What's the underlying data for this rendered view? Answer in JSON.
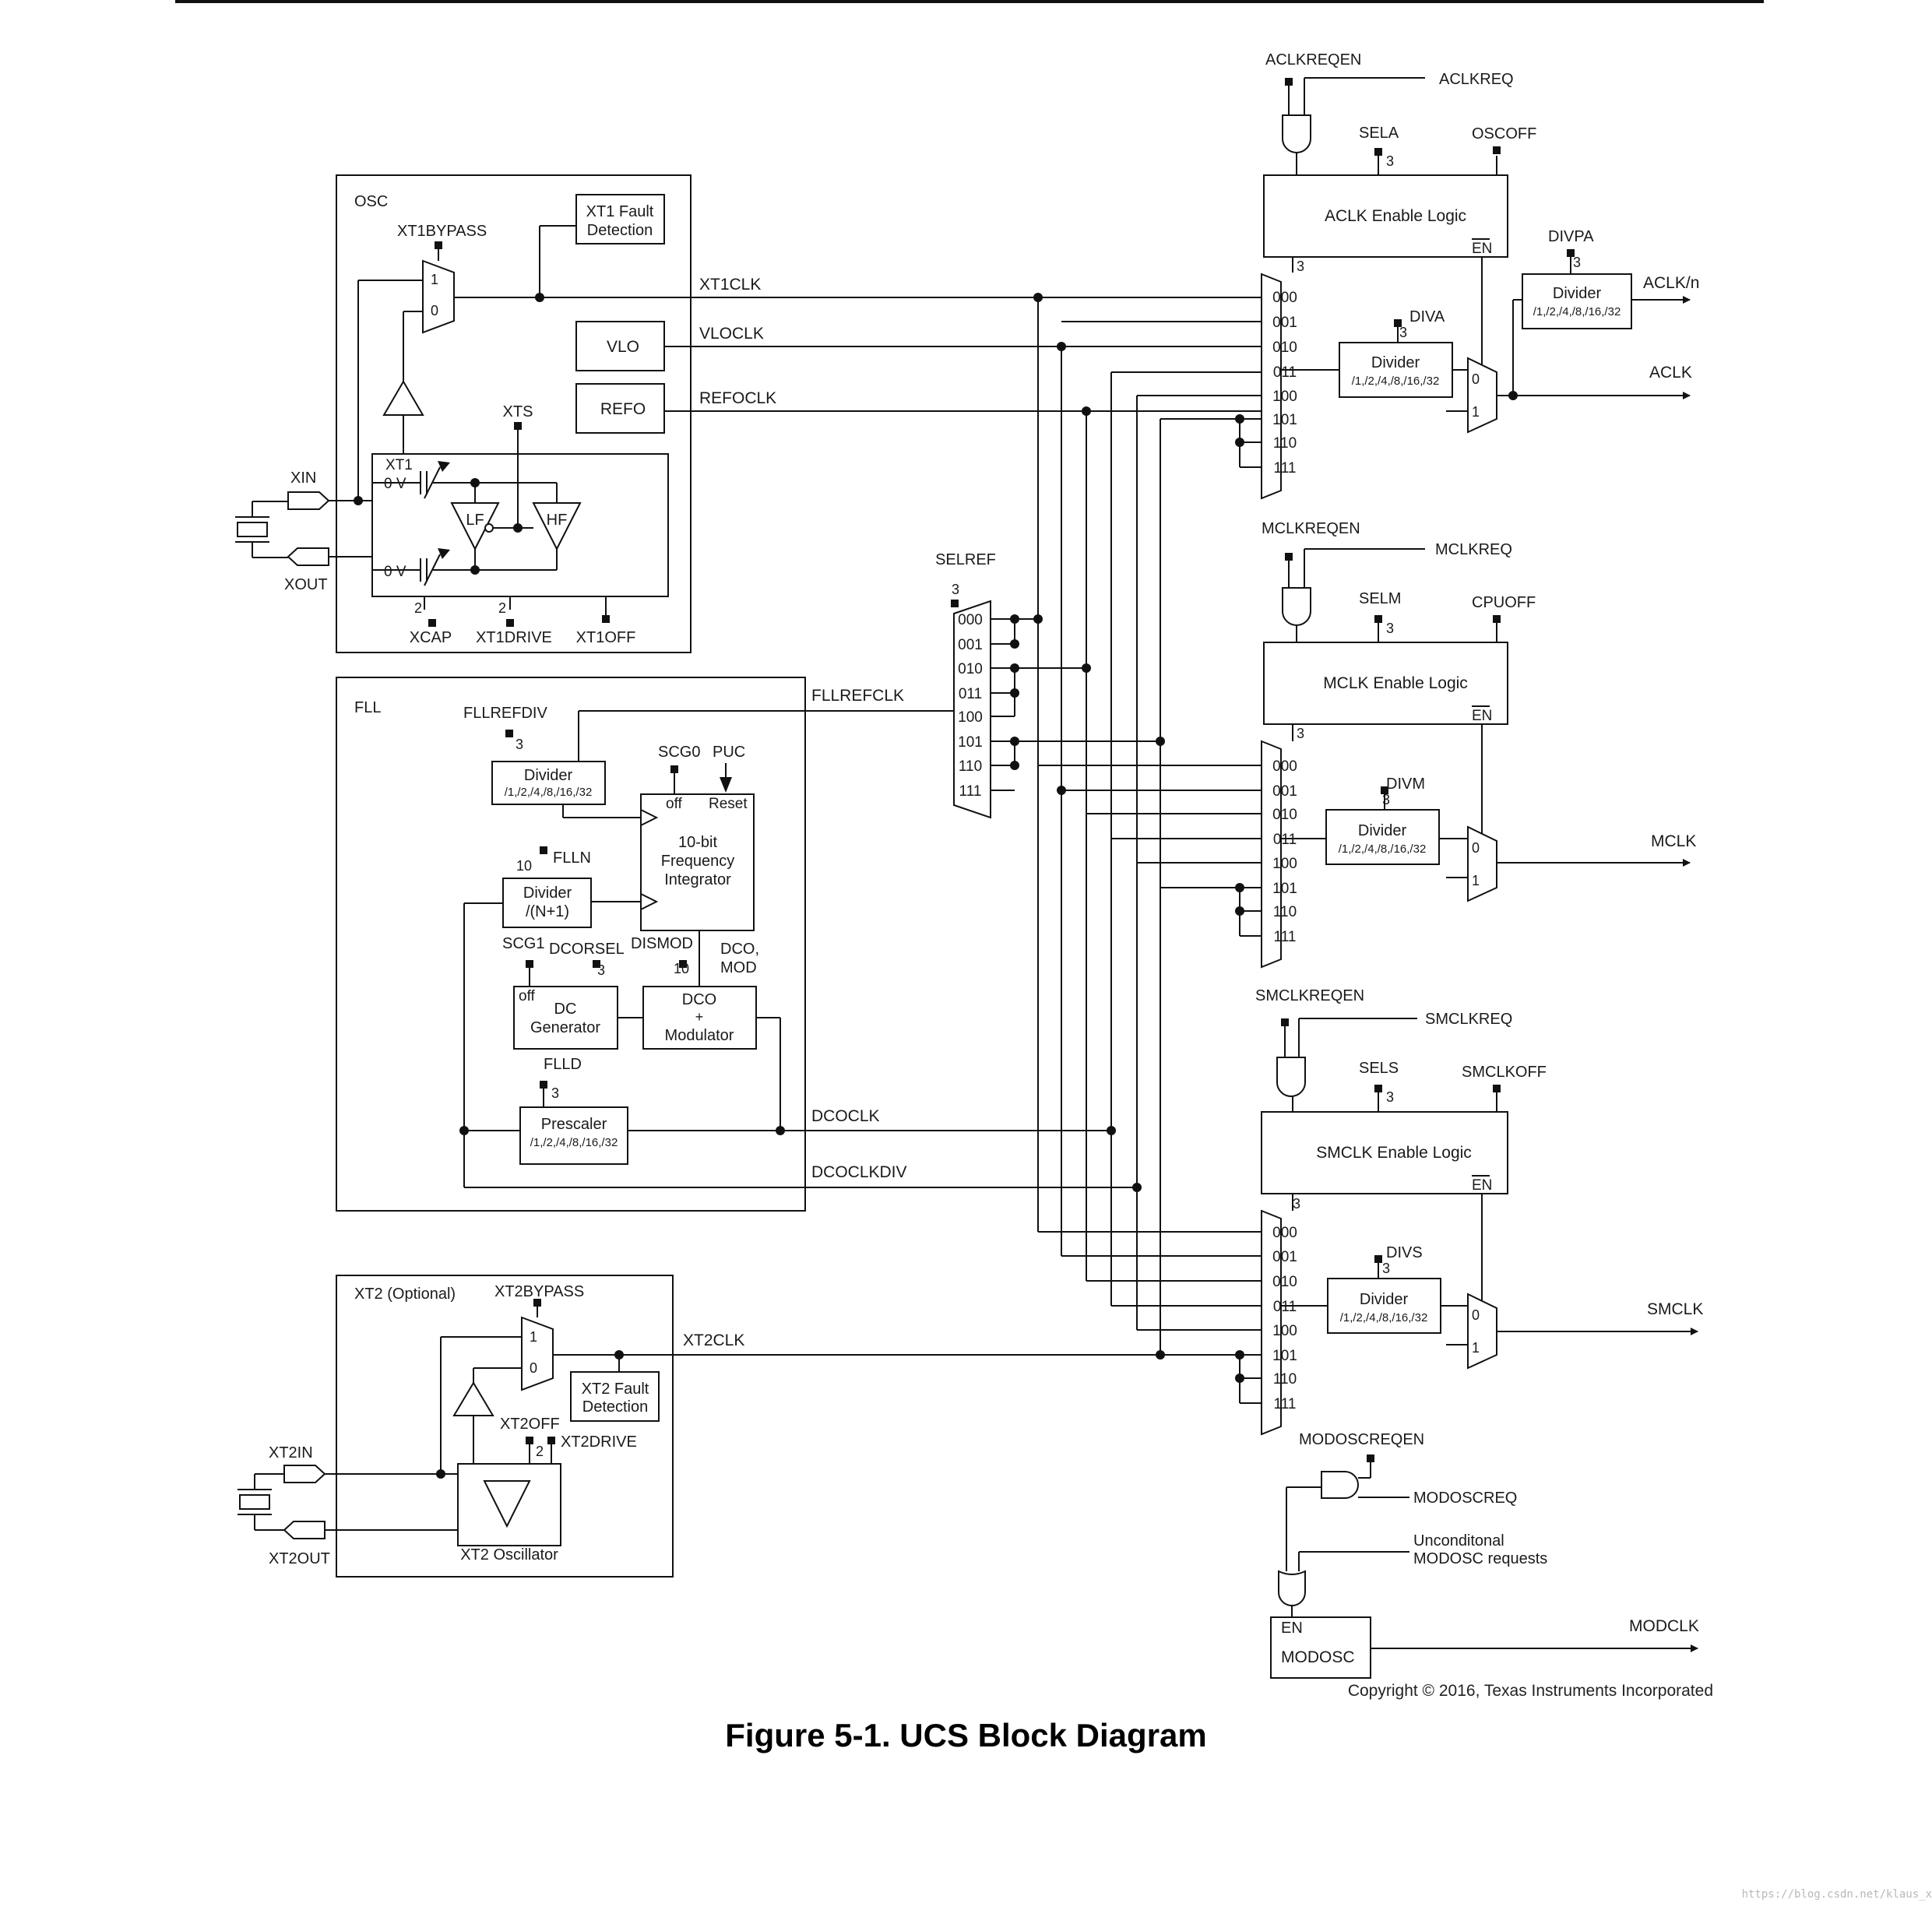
{
  "osc": {
    "title": "OSC",
    "xt1bypass": "XT1BYPASS",
    "fault": [
      "XT1 Fault",
      "Detection"
    ],
    "vlo": "VLO",
    "refo": "REFO",
    "xts": "XTS",
    "xt1": "XT1",
    "zero_v": "0 V",
    "lf": "LF",
    "hf": "HF",
    "xin": "XIN",
    "xout": "XOUT",
    "xcap": "XCAP",
    "xt1drive": "XT1DRIVE",
    "xt1off": "XT1OFF"
  },
  "fll": {
    "title": "FLL",
    "fllrefdiv": "FLLREFDIV",
    "divider": "Divider",
    "div_ratios": "/1,/2,/4,/8,/16,/32",
    "scg0": "SCG0",
    "puc": "PUC",
    "off": "off",
    "reset": "Reset",
    "integrator": [
      "10-bit",
      "Frequency",
      "Integrator"
    ],
    "flln": "FLLN",
    "divider_n": [
      "Divider",
      "/(N+1)"
    ],
    "scg1": "SCG1",
    "dcorsel": "DCORSEL",
    "dismod": "DISMOD",
    "dcomod": [
      "DCO,",
      "MOD"
    ],
    "dc_gen": [
      "DC",
      "Generator"
    ],
    "dco_mod": [
      "DCO",
      "+",
      "Modulator"
    ],
    "flld": "FLLD",
    "prescaler": "Prescaler"
  },
  "xt2": {
    "title": "XT2 (Optional)",
    "xt2bypass": "XT2BYPASS",
    "fault": [
      "XT2 Fault",
      "Detection"
    ],
    "xt2off": "XT2OFF",
    "xt2drive": "XT2DRIVE",
    "xt2in": "XT2IN",
    "xt2out": "XT2OUT",
    "osc": "XT2 Oscillator"
  },
  "signals": {
    "xt1clk": "XT1CLK",
    "vloclk": "VLOCLK",
    "refoclk": "REFOCLK",
    "fllrefclk": "FLLREFCLK",
    "dcoclk": "DCOCLK",
    "dcoclkdiv": "DCOCLKDIV",
    "xt2clk": "XT2CLK"
  },
  "selref": {
    "label": "SELREF"
  },
  "mux_codes": [
    "000",
    "001",
    "010",
    "011",
    "100",
    "101",
    "110",
    "111"
  ],
  "aclk": {
    "reqen": "ACLKREQEN",
    "req": "ACLKREQ",
    "sel": "SELA",
    "off": "OSCOFF",
    "logic": "ACLK Enable Logic",
    "en": "EN",
    "div": "DIVA",
    "divp": "DIVPA",
    "out_n": "ACLK/n",
    "out": "ACLK"
  },
  "mclk": {
    "reqen": "MCLKREQEN",
    "req": "MCLKREQ",
    "sel": "SELM",
    "off": "CPUOFF",
    "logic": "MCLK Enable Logic",
    "en": "EN",
    "div": "DIVM",
    "out": "MCLK"
  },
  "smclk": {
    "reqen": "SMCLKREQEN",
    "req": "SMCLKREQ",
    "sel": "SELS",
    "off": "SMCLKOFF",
    "logic": "SMCLK Enable Logic",
    "en": "EN",
    "div": "DIVS",
    "out": "SMCLK"
  },
  "modosc": {
    "reqen": "MODOSCREQEN",
    "req": "MODOSCREQ",
    "uncond": [
      "Unconditonal",
      "MODOSC requests"
    ],
    "en": "EN",
    "name": "MODOSC",
    "out": "MODCLK"
  },
  "bus_widths": [
    "2",
    "3",
    "10"
  ],
  "mux_inputs": [
    "0",
    "1"
  ],
  "copyright": "Copyright © 2016, Texas Instruments Incorporated",
  "caption": "Figure 5-1. UCS Block Diagram",
  "watermark": "https://blog.csdn.net/klaus_x"
}
